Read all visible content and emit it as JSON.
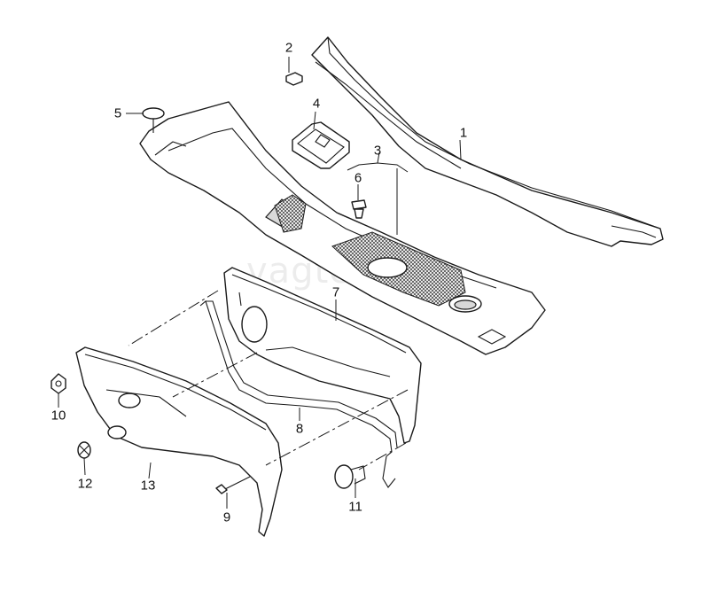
{
  "watermark": "vagtec",
  "callouts": [
    {
      "id": "1",
      "label": "1"
    },
    {
      "id": "2",
      "label": "2"
    },
    {
      "id": "3",
      "label": "3"
    },
    {
      "id": "4",
      "label": "4"
    },
    {
      "id": "5",
      "label": "5"
    },
    {
      "id": "6",
      "label": "6"
    },
    {
      "id": "7",
      "label": "7"
    },
    {
      "id": "8",
      "label": "8"
    },
    {
      "id": "9",
      "label": "9"
    },
    {
      "id": "10",
      "label": "10"
    },
    {
      "id": "11",
      "label": "11"
    },
    {
      "id": "12",
      "label": "12"
    },
    {
      "id": "13",
      "label": "13"
    }
  ]
}
